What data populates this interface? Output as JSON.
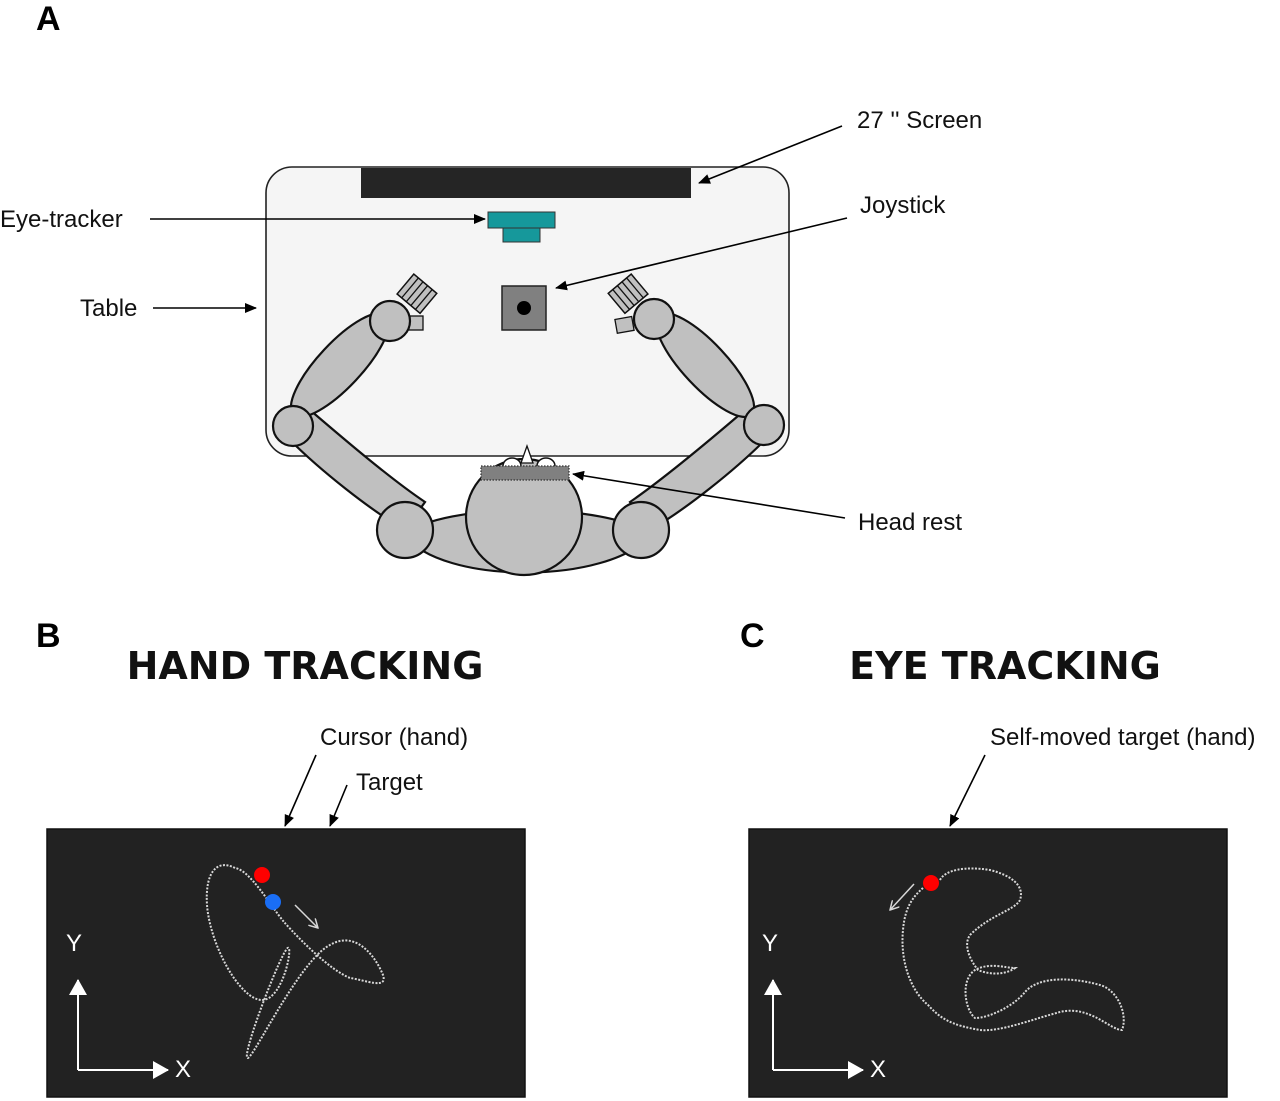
{
  "panels": {
    "a": {
      "letter": "A",
      "labels": {
        "screen": "27 '' Screen",
        "eye_tracker": "Eye-tracker",
        "joystick": "Joystick",
        "table": "Table",
        "head_rest": "Head rest"
      },
      "colors": {
        "table": "#f5f5f5",
        "screen": "#252525",
        "eye_tracker": "#16989b",
        "joystick_base": "#808080",
        "body": "#c0c0c0",
        "head_rest": "#808080"
      }
    },
    "b": {
      "letter": "B",
      "title": "HAND TRACKING",
      "labels": {
        "cursor": "Cursor (hand)",
        "target": "Target"
      },
      "axis": {
        "x": "X",
        "y": "Y"
      },
      "colors": {
        "background": "#222222",
        "cursor": "#ff0000",
        "target": "#1a6ef5",
        "trace": "#d8d8d8"
      }
    },
    "c": {
      "letter": "C",
      "title": "EYE TRACKING",
      "labels": {
        "target": "Self-moved target (hand)"
      },
      "axis": {
        "x": "X",
        "y": "Y"
      },
      "colors": {
        "background": "#222222",
        "target": "#ff0000",
        "trace": "#d8d8d8"
      }
    }
  }
}
